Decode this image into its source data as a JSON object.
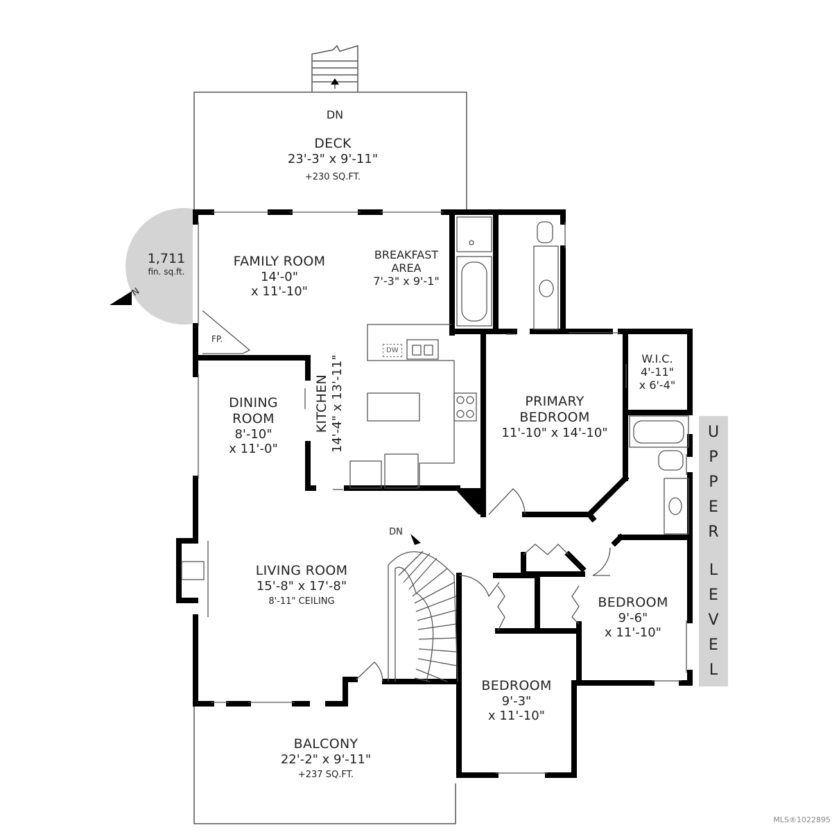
{
  "deck": {
    "name": "DECK",
    "dims": "23'-3\" x 9'-11\"",
    "area": "+230 SQ.FT."
  },
  "stairs_top": {
    "label": "DN"
  },
  "area_badge": {
    "value": "1,711",
    "unit": "fin. sq.ft.",
    "compass": "N"
  },
  "family_room": {
    "name": "FAMILY ROOM",
    "dim1": "14'-0\"",
    "dim2": "x 11'-10\""
  },
  "breakfast": {
    "name1": "BREAKFAST",
    "name2": "AREA",
    "dims": "7'-3\" x 9'-1\""
  },
  "fireplace": {
    "label": "FP."
  },
  "kitchen": {
    "name": "KITCHEN",
    "dims": "14'-4\" x 13'-11\"",
    "dw": "DW"
  },
  "dining_room": {
    "name1": "DINING",
    "name2": "ROOM",
    "dim1": "8'-10\"",
    "dim2": "x 11'-0\""
  },
  "wic": {
    "name": "W.I.C.",
    "dim1": "4'-11\"",
    "dim2": "x 6'-4\""
  },
  "primary_bedroom": {
    "name1": "PRIMARY",
    "name2": "BEDROOM",
    "dims": "11'-10\" x 14'-10\""
  },
  "stairs_main": {
    "label": "DN"
  },
  "living_room": {
    "name": "LIVING ROOM",
    "dims": "15'-8\" x 17'-8\"",
    "note": "8'-11\" CEILING"
  },
  "bedroom_right": {
    "name": "BEDROOM",
    "dim1": "9'-6\"",
    "dim2": "x 11'-10\""
  },
  "bedroom_bottom": {
    "name": "BEDROOM",
    "dim1": "9'-3\"",
    "dim2": "x 11'-10\""
  },
  "balcony": {
    "name": "BALCONY",
    "dims": "22'-2\" x 9'-11\"",
    "area": "+237 SQ.FT."
  },
  "level_label": {
    "letters": [
      "U",
      "P",
      "P",
      "E",
      "R",
      "",
      "L",
      "E",
      "V",
      "E",
      "L"
    ]
  },
  "mls": {
    "text": "MLS®1022895"
  },
  "colors": {
    "wall": "#000000",
    "thin": "#555555",
    "badge": "#d4d4d4",
    "level_bg": "#d4d4d4"
  }
}
